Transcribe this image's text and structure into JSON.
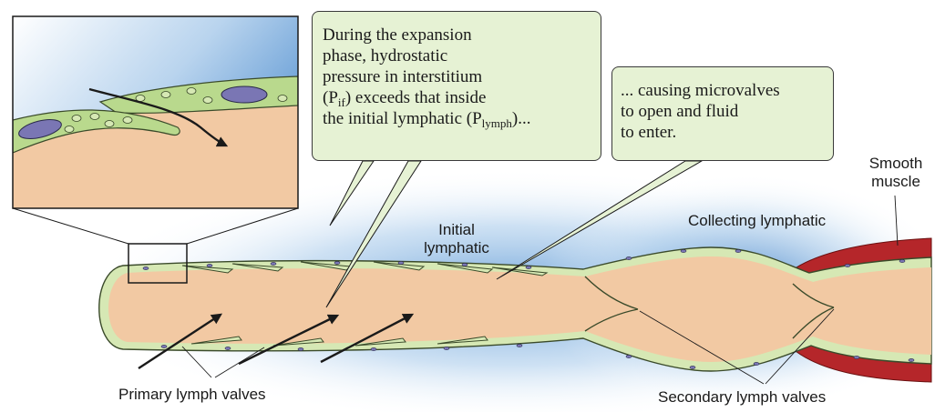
{
  "callouts": {
    "expansion": {
      "line1": "During the expansion",
      "line2": "phase, hydrostatic",
      "line3": "pressure in interstitium",
      "line4_open": "(P",
      "line4_sub": "if",
      "line4_rest": ") exceeds that inside",
      "line5_pre": "the initial lymphatic (P",
      "line5_sub": "lymph",
      "line5_post": ")..."
    },
    "microvalves": {
      "line1": "... causing microvalves",
      "line2": "to open and fluid",
      "line3": "to enter."
    }
  },
  "labels": {
    "initial_line1": "Initial",
    "initial_line2": "lymphatic",
    "collecting": "Collecting lymphatic",
    "smooth_line1": "Smooth",
    "smooth_line2": "muscle",
    "primary_valves": "Primary lymph valves",
    "secondary_valves": "Secondary lymph valves"
  },
  "colors": {
    "lumen": "#f2c9a3",
    "endothelium": "#d6e8b4",
    "callout_fill": "#e6f2d4",
    "smooth_muscle": "#b5262a",
    "interstitium_blue": "#4f8fd0",
    "nucleus": "#7a76b4"
  }
}
